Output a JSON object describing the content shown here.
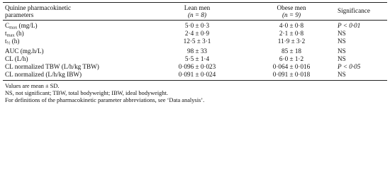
{
  "table": {
    "headers": {
      "param_line1": "Quinine pharmacokinetic",
      "param_line2": "parameters",
      "lean": "Lean men",
      "lean_n": "(n = 8)",
      "obese": "Obese men",
      "obese_n": "(n = 9)",
      "significance": "Significance"
    },
    "rows": [
      {
        "param": "C",
        "sub": "max",
        "unit": " (mg/L)",
        "lean": "5·0 ± 0·3",
        "obese": "4·0 ± 0·8",
        "sig": "P < 0·01"
      },
      {
        "param": "t",
        "sub": "max",
        "unit": " (h)",
        "lean": "2·4 ± 0·9",
        "obese": "2·1 ± 0·8",
        "sig": "NS"
      },
      {
        "param": "t",
        "sub": "½",
        "unit": " (h)",
        "lean": "12·5 ± 3·1",
        "obese": "11·9 ± 3·2",
        "sig": "NS"
      },
      {
        "param": "AUC (mg.h/L)",
        "sub": "",
        "unit": "",
        "lean": "98 ± 33",
        "obese": "85 ± 18",
        "sig": "NS"
      },
      {
        "param": "CL (L/h)",
        "sub": "",
        "unit": "",
        "lean": "5·5 ± 1·4",
        "obese": "6·0 ± 1·2",
        "sig": "NS"
      },
      {
        "param": "CL normalized TBW (L/h/kg TBW)",
        "sub": "",
        "unit": "",
        "lean": "0·096 ± 0·023",
        "obese": "0·064 ± 0·016",
        "sig": "P < 0·05"
      },
      {
        "param": "CL normalized (L/h/kg IBW)",
        "sub": "",
        "unit": "",
        "lean": "0·091 ± 0·024",
        "obese": "0·091 ± 0·018",
        "sig": "NS"
      }
    ],
    "footnotes": [
      "Values are mean ± SD.",
      "NS, not significant; TBW, total bodyweight; IBW, ideal bodyweight.",
      "For definitions of the pharmacokinetic parameter abbreviations, see ‘Data analysis’."
    ]
  }
}
